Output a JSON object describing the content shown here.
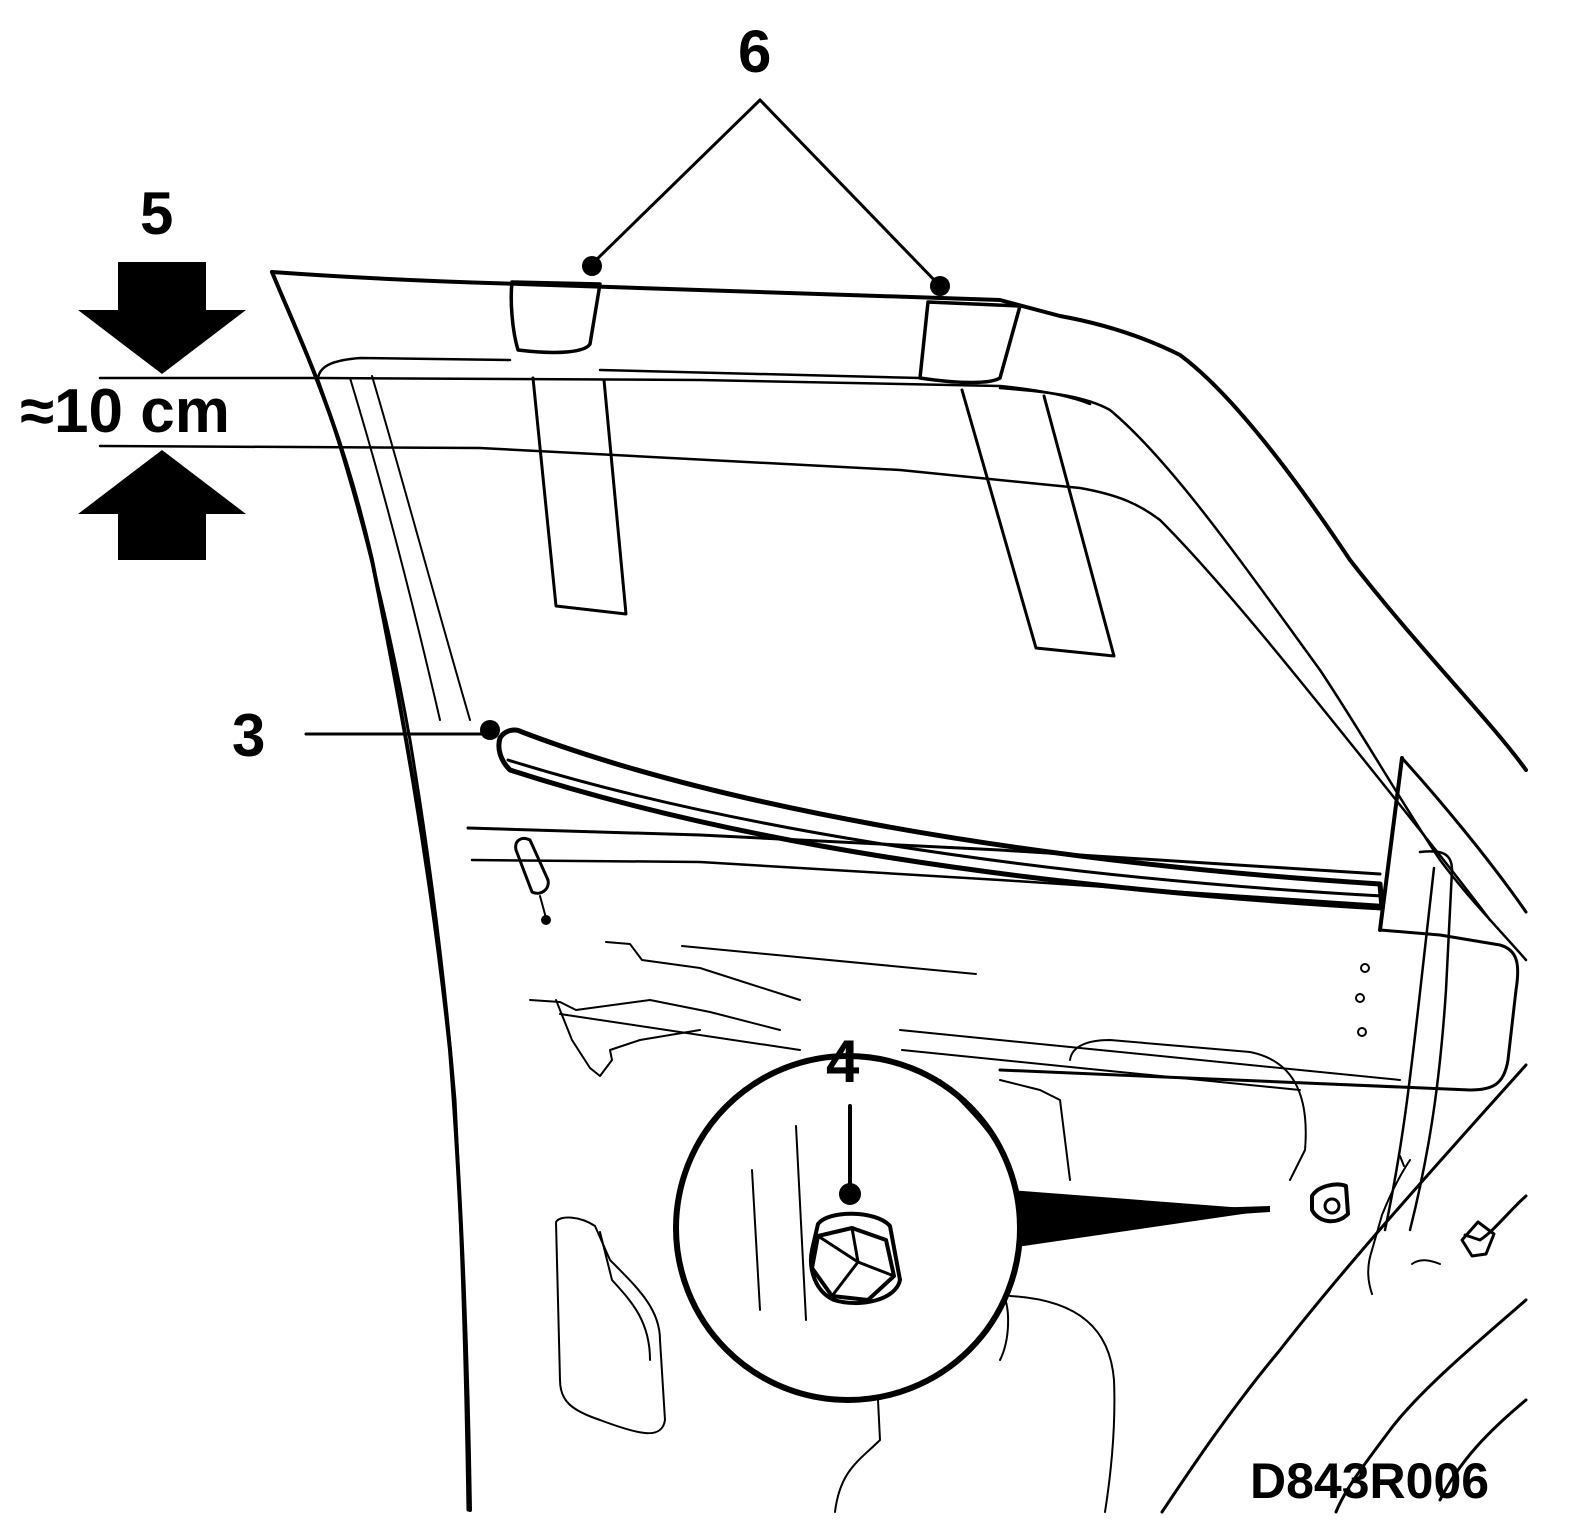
{
  "callouts": {
    "c6": "6",
    "c5": "5",
    "c3": "3",
    "c4": "4"
  },
  "measurement": "≈10 cm",
  "figure_code": "D843R006"
}
